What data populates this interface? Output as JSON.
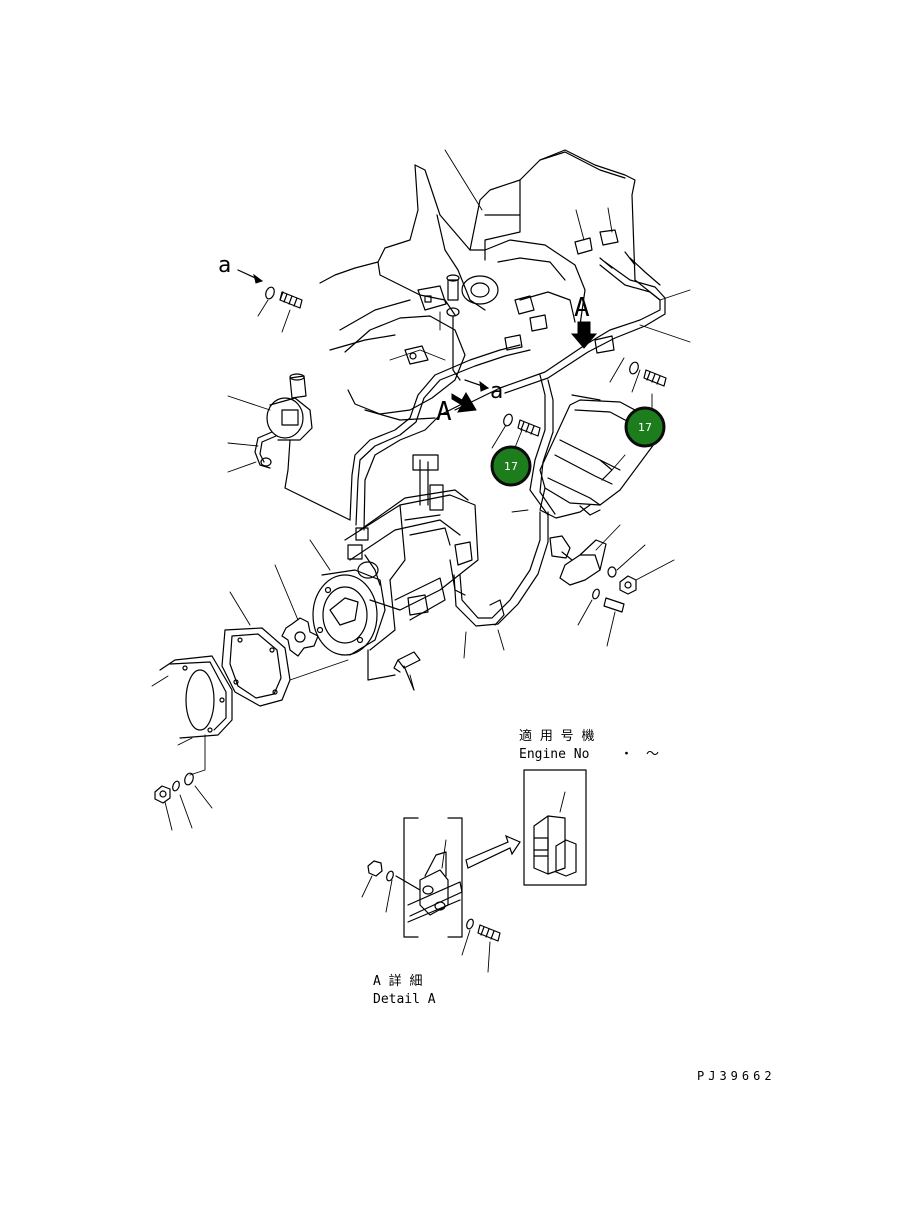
{
  "view_labels": {
    "arrow_a_upper": "a",
    "arrow_a_mid": "a",
    "view_A_top": "A",
    "view_A_left": "A"
  },
  "callouts": [
    {
      "label": "17"
    },
    {
      "label": "17"
    }
  ],
  "applicable": {
    "title_jp": "適 用 号 機",
    "title_en": "Engine No",
    "range_sep": "・",
    "range_tilde": "～"
  },
  "detail": {
    "title_jp": "A 詳 細",
    "title_en": "Detail A"
  },
  "drawing_id": "PJ39662",
  "colors": {
    "badge_fill": "#1d7d1d",
    "badge_ring": "#0c0c0c",
    "line": "#000000"
  }
}
